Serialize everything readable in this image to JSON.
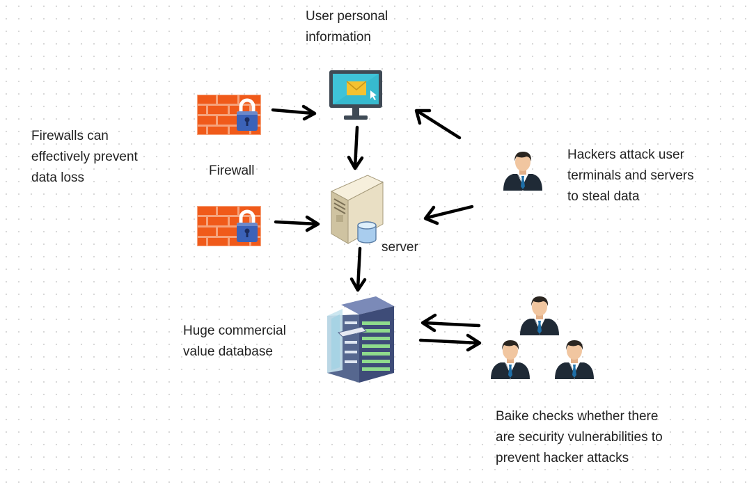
{
  "labels": {
    "user_info": "User personal\ninformation",
    "firewall_note": "Firewalls can\neffectively prevent\ndata loss",
    "firewall": "Firewall",
    "hackers_note": "Hackers attack user\nterminals and servers\nto steal data",
    "server": "server",
    "database": "Huge commercial\nvalue database",
    "baike_note": "Baike checks whether there\nare security vulnerabilities to\nprevent hacker attacks"
  },
  "colors": {
    "brick": "#f05a1a",
    "mortar": "#f6a37c",
    "lock": "#3b62b8",
    "monitor_frame": "#3f4a55",
    "screen": "#3fc3d8",
    "envelope": "#f4c230",
    "server_case": "#e9dfc4",
    "rack": "#4a5a86",
    "suit": "#1f2a36",
    "skin": "#f1c6a0",
    "arrow": "#000000"
  },
  "icons": {
    "firewall": "brick-wall-lock-icon",
    "computer": "monitor-mail-icon",
    "server": "server-tower-icon",
    "database": "server-rack-icon",
    "person": "businessman-icon"
  }
}
